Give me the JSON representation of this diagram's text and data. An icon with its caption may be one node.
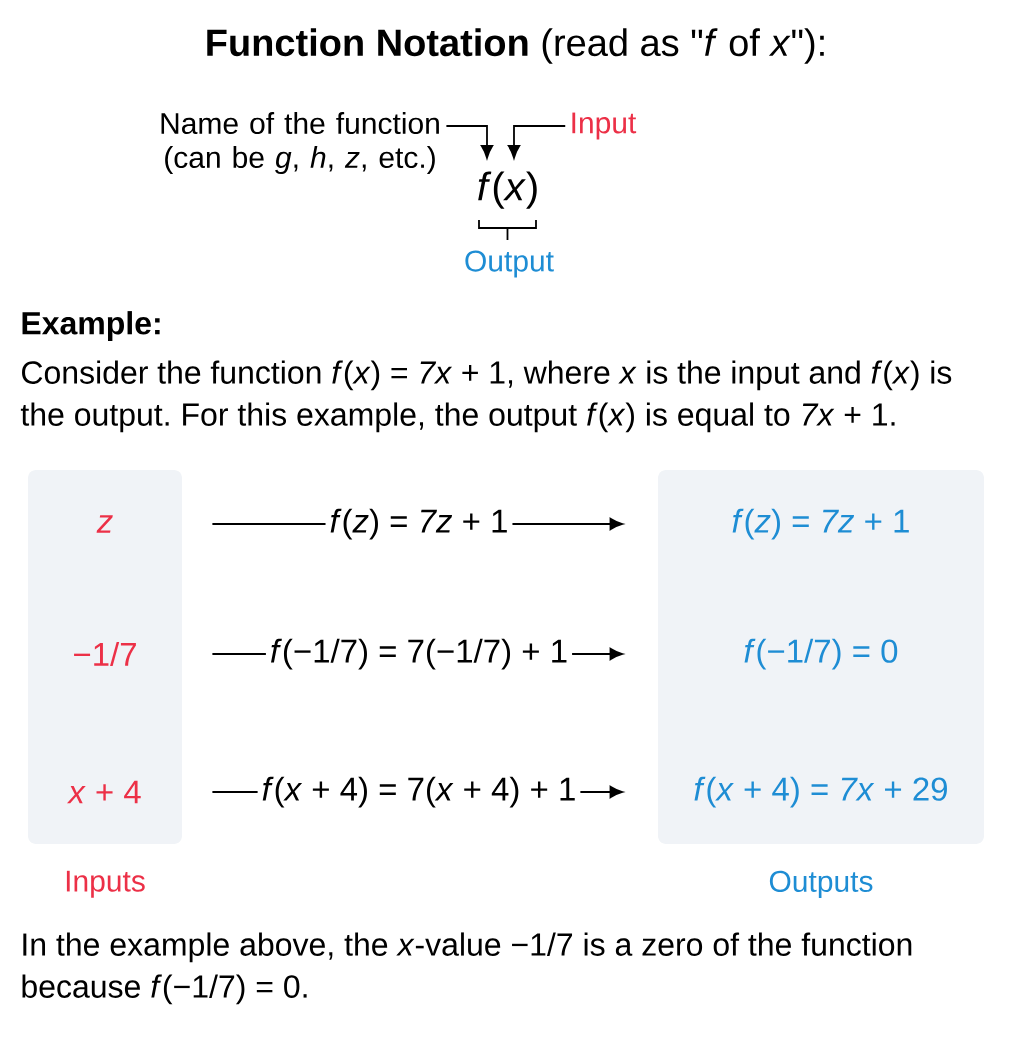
{
  "diagram": {
    "title": "**Function Notation** (read as \"*f* of *x*\"):",
    "nodes": [
      {
        "text": [
          "Name of the function (can be *g*, *h*, *z*, etc.)"
        ]
      },
      {
        "text": [
          "Input"
        ]
      },
      {
        "text": [
          "*f*(*x*)"
        ],
        "beside": [
          "Output"
        ]
      },
      {
        "text": [
          "Inputs"
        ]
      },
      {
        "text": [
          "*z*"
        ],
        "in": 3
      },
      {
        "text": [
          "−1/7"
        ],
        "in": 3
      },
      {
        "text": [
          "*x* + 4"
        ],
        "in": 3
      },
      {
        "text": [
          "Outputs"
        ]
      },
      {
        "text": [
          "*f*(*z*) = *7z* + 1"
        ],
        "in": 7
      },
      {
        "text": [
          "*f*(−1/7) = 0"
        ],
        "in": 7
      },
      {
        "text": [
          "*f*(*x* + 4) = *7x* + 29"
        ],
        "in": 7
      }
    ],
    "edges": [
      {
        "from": 0,
        "to": 2,
        "arrow": "to"
      },
      {
        "from": 1,
        "to": 2,
        "arrow": "to"
      },
      {
        "from": 4,
        "to": 8,
        "arrow": "to",
        "label": "*f*(*z*) = *7z* + 1"
      },
      {
        "from": 5,
        "to": 9,
        "arrow": "to",
        "label": "*f*(−1/7) = 7(−1/7) + 1"
      },
      {
        "from": 6,
        "to": 10,
        "arrow": "to",
        "label": "*f*(*x* + 4) = 7(*x* + 4) + 1"
      }
    ],
    "labels": [
      "Example:",
      "Consider the function *f*(*x*) = *7x* + 1, where *x* is the input and *f*(*x*) is the output. For this example, the output *f*(*x*) is equal to *7x* + 1.",
      "In the example above, the *x*-value −1/7 is a zero of the function because *f*(−1/7) = 0."
    ]
  }
}
